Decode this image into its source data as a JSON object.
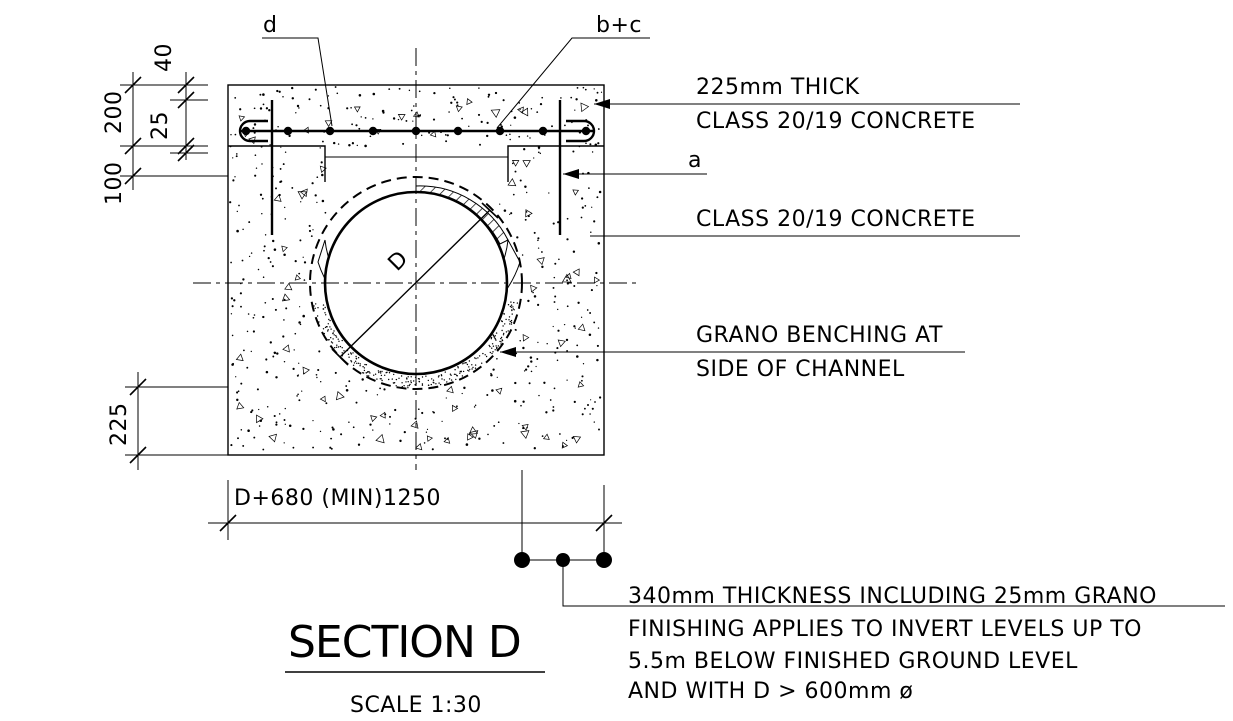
{
  "labels": {
    "d": "d",
    "bc": "b+c",
    "a": "a",
    "concrete_top_1": "225mm THICK",
    "concrete_top_2": "CLASS 20/19 CONCRETE",
    "concrete_body": "CLASS 20/19 CONCRETE",
    "grano_1": "GRANO BENCHING AT",
    "grano_2": "SIDE OF CHANNEL",
    "diameter": "D",
    "note_1": "340mm THICKNESS INCLUDING 25mm GRANO",
    "note_2": "FINISHING APPLIES TO INVERT LEVELS UP TO",
    "note_3": "5.5m BELOW FINISHED GROUND LEVEL",
    "note_4": "AND WITH D > 600mm ø"
  },
  "dimensions": {
    "d40": "40",
    "d200": "200",
    "d25": "25",
    "d100": "100",
    "d225": "225",
    "width": "D+680 (MIN)1250"
  },
  "title": {
    "main": "SECTION D",
    "scale": "SCALE 1:30"
  }
}
